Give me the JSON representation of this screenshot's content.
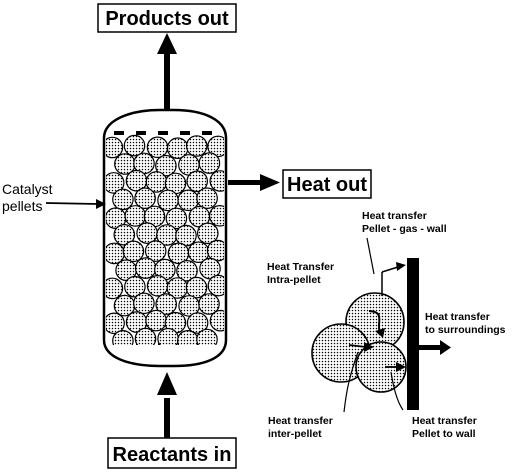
{
  "labels": {
    "products_out": "Products out",
    "heat_out": "Heat out",
    "reactants_in": "Reactants in",
    "catalyst_pellets": [
      "Catalyst",
      "pellets"
    ],
    "pellet_gas_wall": [
      "Heat transfer",
      "Pellet - gas - wall"
    ],
    "intra_pellet": [
      "Heat Transfer",
      "Intra-pellet"
    ],
    "to_surroundings": [
      "Heat transfer",
      "to surroundings"
    ],
    "inter_pellet": [
      "Heat transfer",
      "inter-pellet"
    ],
    "pellet_to_wall": [
      "Heat transfer",
      "Pellet to wall"
    ]
  },
  "colors": {
    "ink": "#000000",
    "pellet_fill": "#bdbdbd",
    "background": "#ffffff"
  }
}
